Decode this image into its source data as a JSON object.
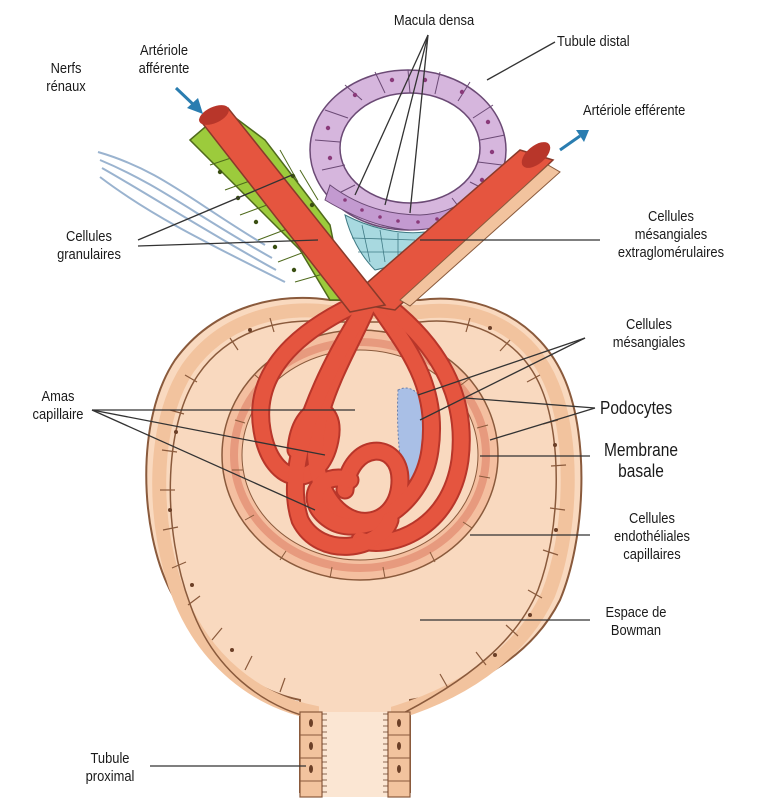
{
  "colors": {
    "capsule_fill": "#f9d9bf",
    "capsule_cell": "#f2c39e",
    "capsule_outline": "#8a5a3c",
    "artery": "#e5553f",
    "artery_dark": "#b8362a",
    "granular_cells": "#9ccb3c",
    "distal_tubule": "#d6b6dd",
    "extraglomerular_mesangial": "#a8d9e0",
    "intraglomerular_mesangial": "#a9bfe6",
    "nerve": "#9ab3cf",
    "arrow": "#2a7db0",
    "leader_line": "#333333"
  },
  "labels": {
    "nerfs": [
      "Nerfs",
      "rénaux"
    ],
    "arteriole_afferente": [
      "Artériole",
      "afférente"
    ],
    "macula_densa": "Macula densa",
    "tubule_distal": "Tubule distal",
    "arteriole_efferente": "Artériole efférente",
    "cellules_granulaires": [
      "Cellules",
      "granulaires"
    ],
    "cellules_mesangiales_extra": [
      "Cellules",
      "mésangiales",
      "extraglomérulaires"
    ],
    "cellules_mesangiales": [
      "Cellules",
      "mésangiales"
    ],
    "amas_capillaire": [
      "Amas",
      "capillaire"
    ],
    "podocytes": "Podocytes",
    "membrane_basale": [
      "Membrane",
      "basale"
    ],
    "cellules_endotheliales": [
      "Cellules",
      "endothéliales",
      "capillaires"
    ],
    "espace_bowman": [
      "Espace de",
      "Bowman"
    ],
    "tubule_proximal": [
      "Tubule",
      "proximal"
    ]
  }
}
